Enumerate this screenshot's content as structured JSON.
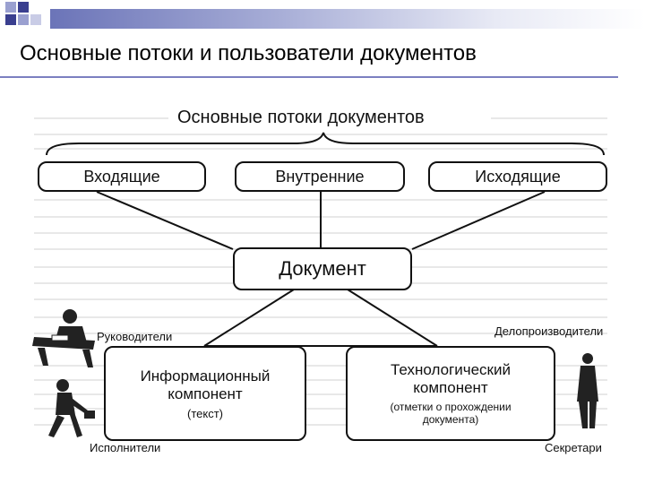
{
  "slide": {
    "title": "Основные потоки и пользователи документов"
  },
  "diagram": {
    "header": "Основные потоки документов",
    "flows": {
      "incoming": "Входящие",
      "internal": "Внутренние",
      "outgoing": "Исходящие"
    },
    "document": "Документ",
    "info_component": {
      "line1": "Информационный",
      "line2": "компонент",
      "note": "(текст)"
    },
    "tech_component": {
      "line1": "Технологический",
      "line2": "компонент",
      "note1": "(отметки о прохождении",
      "note2": "документа)"
    },
    "users": {
      "managers": "Руководители",
      "clerks": "Делопроизводители",
      "executors": "Исполнители",
      "secretaries": "Секретари"
    }
  },
  "colors": {
    "accent_bar": "#6b74b8",
    "title_line": "#7b80c0",
    "square_dark": "#3a3f8f",
    "square_light": "#9aa0d0"
  }
}
